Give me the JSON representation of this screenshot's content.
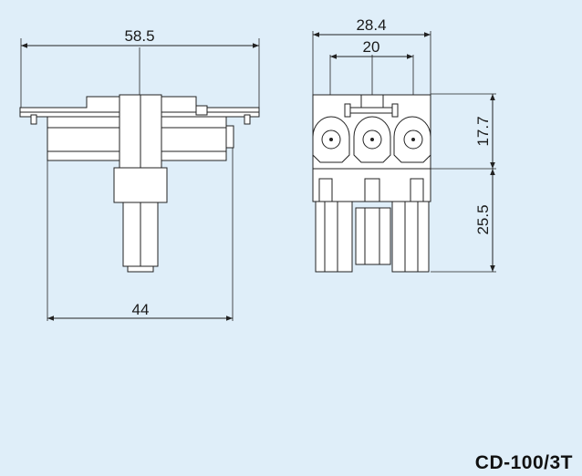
{
  "model": "CD-100/3T",
  "side_view": {
    "width_top": "58.5",
    "width_bottom": "44"
  },
  "front_view": {
    "width_overall": "28.4",
    "pitch": "20",
    "height_upper": "17.7",
    "height_lower": "25.5"
  },
  "colors": {
    "background": "#dfeef9",
    "line": "#222222",
    "fill": "#ffffff"
  }
}
